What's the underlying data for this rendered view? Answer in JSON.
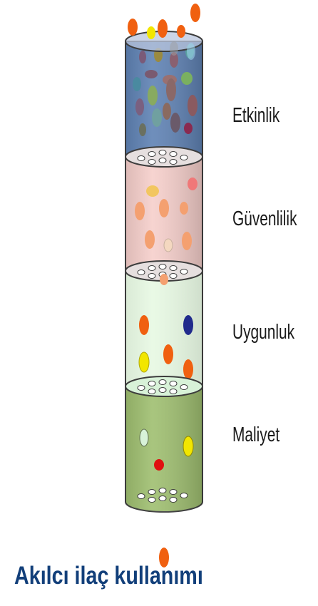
{
  "sections": [
    {
      "label": "Etkinlik",
      "fill": "#5f82b4"
    },
    {
      "label": "Güvenlilik",
      "fill": "#f6cfcb"
    },
    {
      "label": "Uygunluk",
      "fill": "#e8f9e4"
    },
    {
      "label": "Maliyet",
      "fill": "#9fbf70"
    }
  ],
  "caption": "Akılcı ilaç kullanımı",
  "colors": {
    "outline": "#3d3d3d",
    "pill_orange": "#f06010",
    "pill_yellow": "#f2e600",
    "pill_blue": "#202a8c",
    "pill_red": "#e01010",
    "caption_text": "#123f7a"
  }
}
